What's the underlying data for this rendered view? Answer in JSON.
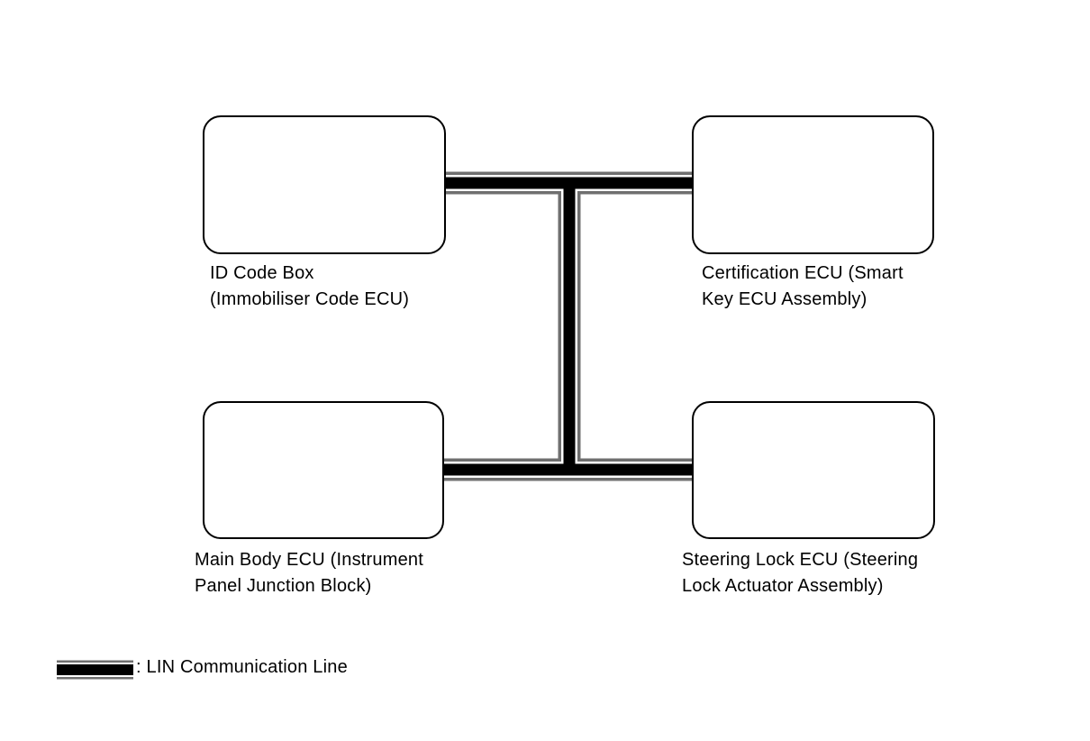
{
  "nodes": [
    {
      "id": "id-code-box",
      "label": "ID Code Box\n(Immobiliser Code ECU)"
    },
    {
      "id": "certification-ecu",
      "label": "Certification ECU (Smart\nKey ECU Assembly)"
    },
    {
      "id": "main-body-ecu",
      "label": "Main Body ECU (Instrument\nPanel Junction Block)"
    },
    {
      "id": "steering-lock-ecu",
      "label": "Steering Lock ECU (Steering\nLock Actuator Assembly)"
    }
  ],
  "connections": [
    {
      "from": "id-code-box",
      "to": "certification-ecu",
      "type": "LIN Communication Line"
    },
    {
      "from": "main-body-ecu",
      "to": "steering-lock-ecu",
      "type": "LIN Communication Line"
    },
    {
      "from": "top-bus",
      "to": "bottom-bus",
      "type": "LIN Communication Line"
    }
  ],
  "legend": {
    "label": ": LIN Communication Line",
    "line_name": "LIN Communication Line"
  },
  "colors": {
    "line_core": "#000000",
    "line_gap": "#ffffff",
    "line_outline": "#6f6f6f",
    "box_border": "#000000",
    "text": "#000000",
    "background": "#ffffff"
  }
}
